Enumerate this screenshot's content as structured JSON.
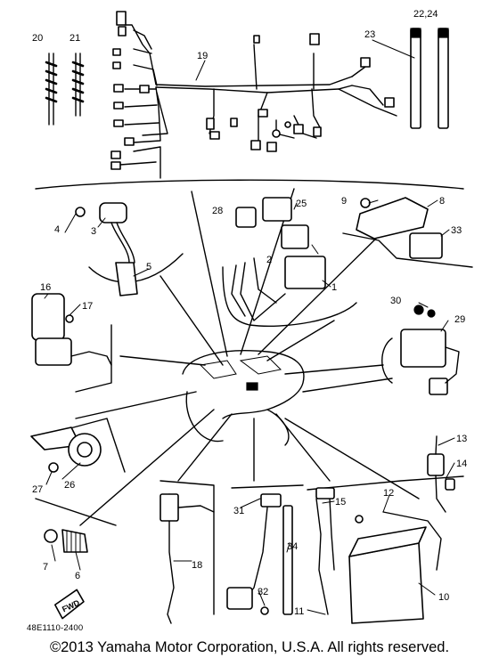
{
  "callouts": {
    "c1": "1",
    "c2": "2",
    "c3": "3",
    "c4": "4",
    "c5": "5",
    "c6": "6",
    "c7": "7",
    "c8": "8",
    "c9": "9",
    "c10": "10",
    "c11": "11",
    "c12": "12",
    "c13": "13",
    "c14": "14",
    "c15": "15",
    "c16": "16",
    "c17": "17",
    "c18": "18",
    "c19": "19",
    "c20": "20",
    "c21": "21",
    "c22_24": "22,24",
    "c23": "23",
    "c25": "25",
    "c26": "26",
    "c27": "27",
    "c28": "28",
    "c29": "29",
    "c30": "30",
    "c31": "31",
    "c32": "32",
    "c33": "33",
    "c34": "34"
  },
  "drawing_code": "48E1110-2400",
  "fwd_label": "FWD",
  "copyright": "©2013 Yamaha Motor Corporation, U.S.A. All rights reserved."
}
